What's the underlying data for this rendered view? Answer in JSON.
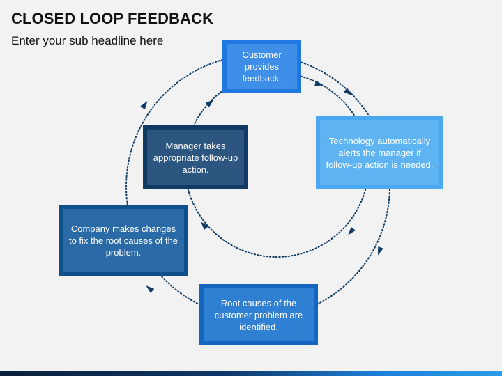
{
  "header": {
    "title": "CLOSED LOOP FEEDBACK",
    "subtitle": "Enter your sub headline here"
  },
  "steps": [
    {
      "text": "Customer provides feedback."
    },
    {
      "text": "Technology automatically alerts the manager if follow-up action is needed."
    },
    {
      "text": "Manager takes appropriate follow-up action."
    },
    {
      "text": "Company makes changes to fix the root causes of the problem."
    },
    {
      "text": "Root causes of the customer problem are identified."
    }
  ],
  "colors": {
    "step1": "#1f78e0",
    "step2": "#4aa8f0",
    "step3": "#0f3a63",
    "step4": "#0f4f8a",
    "step5": "#1566c0",
    "arrow": "#0f3a63"
  }
}
